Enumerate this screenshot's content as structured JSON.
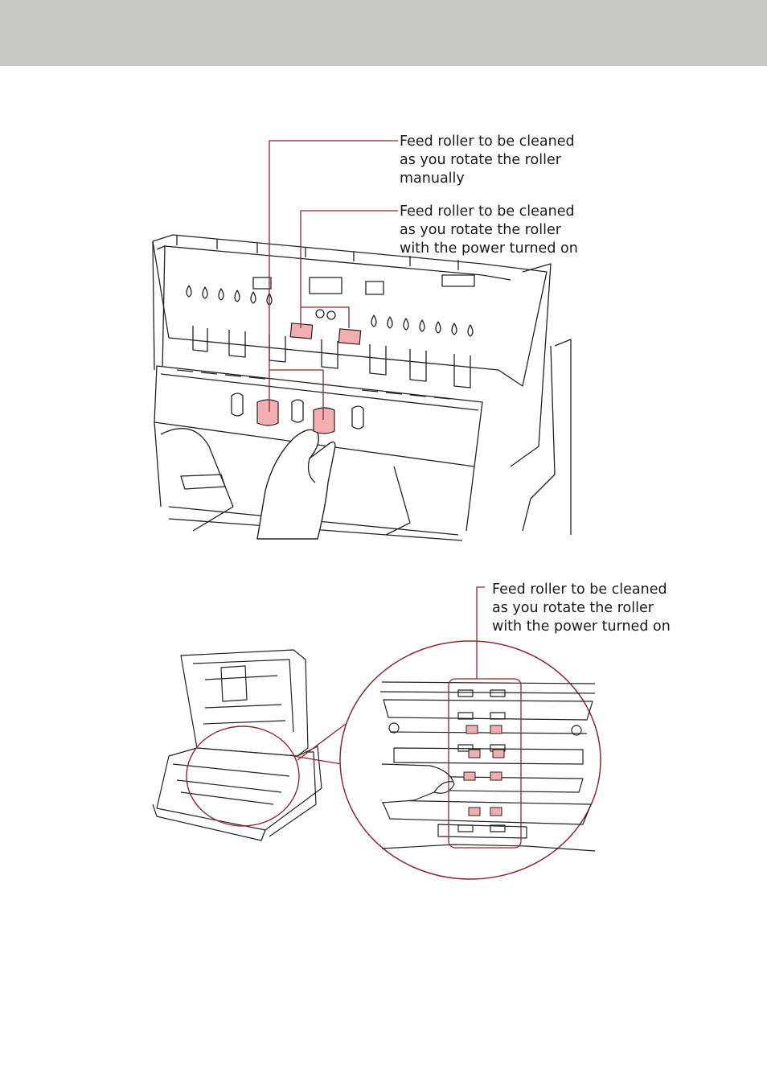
{
  "colors": {
    "header": "#c8c9c5",
    "leader_line": "#8b2a2e",
    "highlight": "#f2aeb0",
    "line_art": "#222222"
  },
  "figure1": {
    "callout_manual": "Feed roller to be cleaned\nas you rotate the roller\nmanually",
    "callout_power": "Feed roller to be cleaned\nas you rotate the roller\nwith the power turned on"
  },
  "figure2": {
    "callout_power": "Feed roller to be cleaned\nas you rotate the roller\nwith the power turned on"
  }
}
